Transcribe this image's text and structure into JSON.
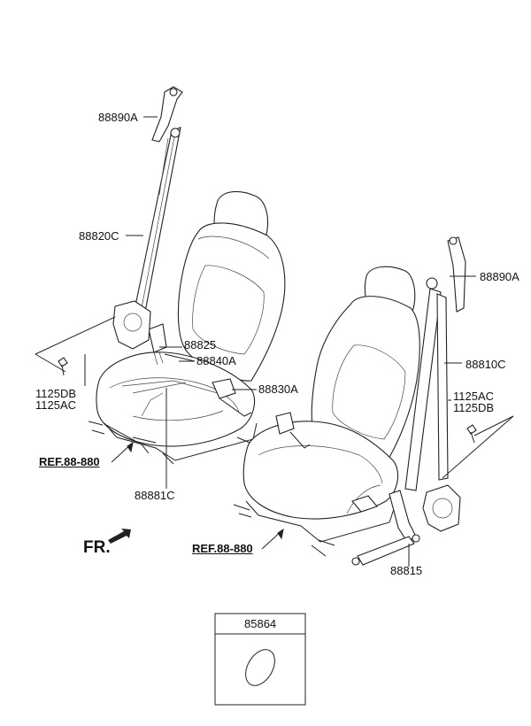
{
  "labels": {
    "p88890A_left": "88890A",
    "p88820C": "88820C",
    "p88825": "88825",
    "p88840A": "88840A",
    "p88830A": "88830A",
    "p1125DB_left": "1125DB",
    "p1125AC_left": "1125AC",
    "p88881C": "88881C",
    "ref_left": "REF.88-880",
    "p88890A_right": "88890A",
    "p88810C": "88810C",
    "p1125AC_right": "1125AC",
    "p1125DB_right": "1125DB",
    "ref_right": "REF.88-880",
    "p88815": "88815",
    "fr": "FR."
  },
  "inset": {
    "part_number": "85864"
  }
}
